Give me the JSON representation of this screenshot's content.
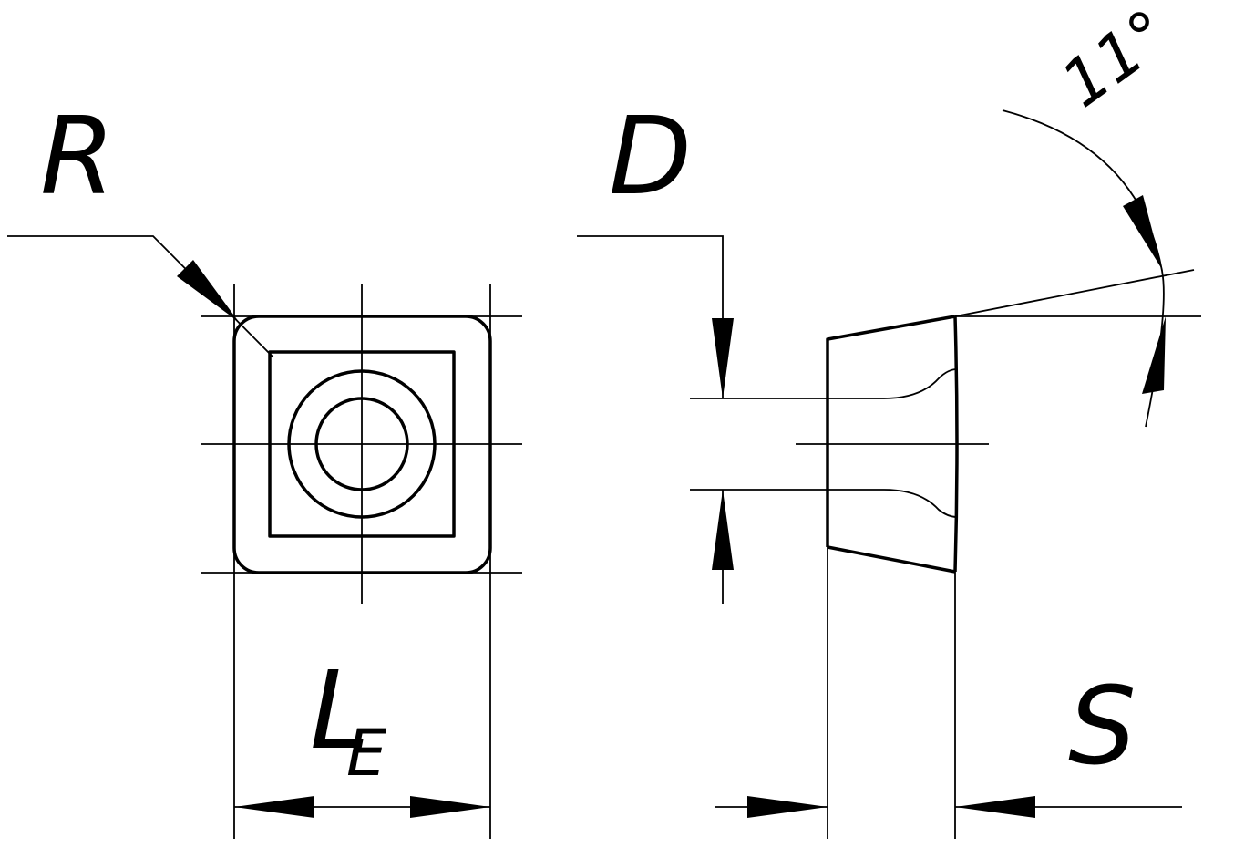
{
  "labels": {
    "radius": "R",
    "diameter": "D",
    "edge_length_main": "L",
    "edge_length_sub": "E",
    "thickness": "S",
    "clearance_angle": "11°"
  },
  "colors": {
    "line": "#000000",
    "background": "#ffffff"
  }
}
